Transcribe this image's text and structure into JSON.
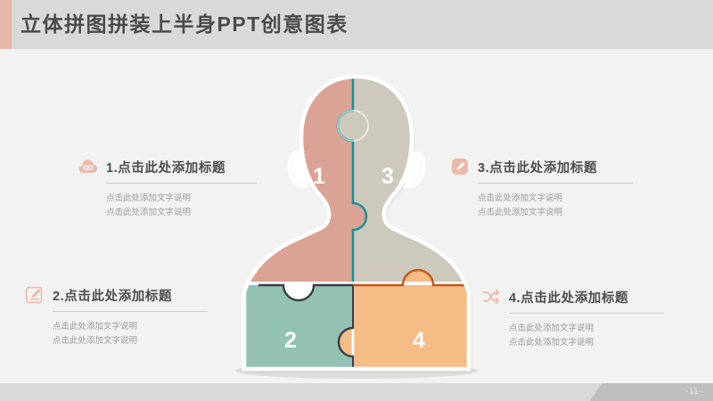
{
  "header": {
    "title": "立体拼图拼装上半身PPT创意图表",
    "accent_color": "#e6b7ab",
    "bar_color": "#d9d9d9"
  },
  "footer": {
    "page_number": "-11-",
    "band_color": "#d9d9d9",
    "band_dark_color": "#bfbfbf"
  },
  "items": [
    {
      "number": "1",
      "icon": "cloud-infinity-icon",
      "title": "1.点击此处添加标题",
      "desc_line1": "点击此处添加文字说明",
      "desc_line2": "点击此处添加文字说明",
      "color": "#dba395"
    },
    {
      "number": "2",
      "icon": "edit-square-icon",
      "title": "2.点击此处添加标题",
      "desc_line1": "点击此处添加文字说明",
      "desc_line2": "点击此处添加文字说明",
      "color": "#93c2b5"
    },
    {
      "number": "3",
      "icon": "pencil-filled-icon",
      "title": "3.点击此处添加标题",
      "desc_line1": "点击此处添加文字说明",
      "desc_line2": "点击此处添加文字说明",
      "color": "#cdc9bd"
    },
    {
      "number": "4",
      "icon": "shuffle-icon",
      "title": "4.点击此处添加标题",
      "desc_line1": "点击此处添加文字说明",
      "desc_line2": "点击此处添加文字说明",
      "color": "#f5bc85"
    }
  ],
  "figure": {
    "name": "bust-puzzle-diagram",
    "piece1_label": "1",
    "piece2_label": "2",
    "piece3_label": "3",
    "piece4_label": "4",
    "piece1_color": "#dba395",
    "piece2_color": "#93c2b5",
    "piece3_color": "#cdc9bd",
    "piece4_color": "#f5bc85",
    "outline_teal": "#1f8f96",
    "outline_dark": "#3a3f46",
    "outline_orange": "#c4551a"
  },
  "theme": {
    "background": "#f2f2f2",
    "title_text": "#4d4d4d",
    "body_text": "#9a9a9a",
    "icon_tint": "#edb9ab"
  }
}
